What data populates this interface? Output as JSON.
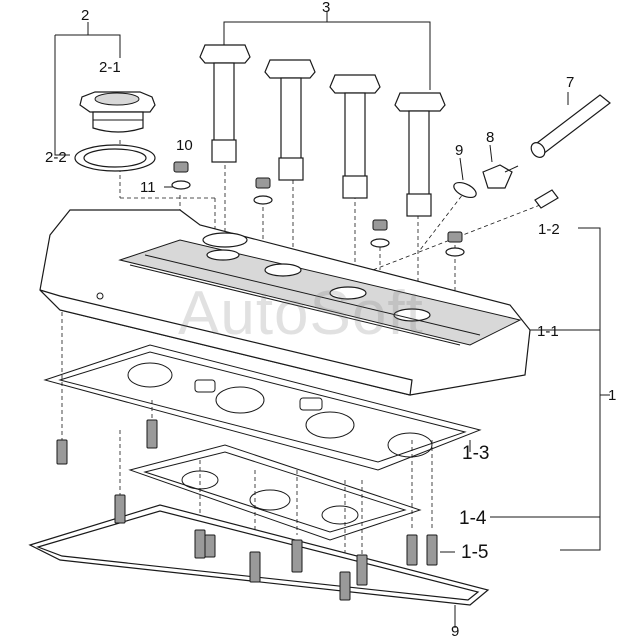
{
  "watermark": "AutoSoft",
  "callouts": {
    "c1": "1",
    "c1_1": "1-1",
    "c1_2": "1-2",
    "c1_3": "1-3",
    "c1_4": "1-4",
    "c1_5": "1-5",
    "c2": "2",
    "c2_1": "2-1",
    "c2_2": "2-2",
    "c3": "3",
    "c7": "7",
    "c8": "8",
    "c9_top": "9",
    "c9_bottom": "9",
    "c10": "10",
    "c11": "11"
  }
}
